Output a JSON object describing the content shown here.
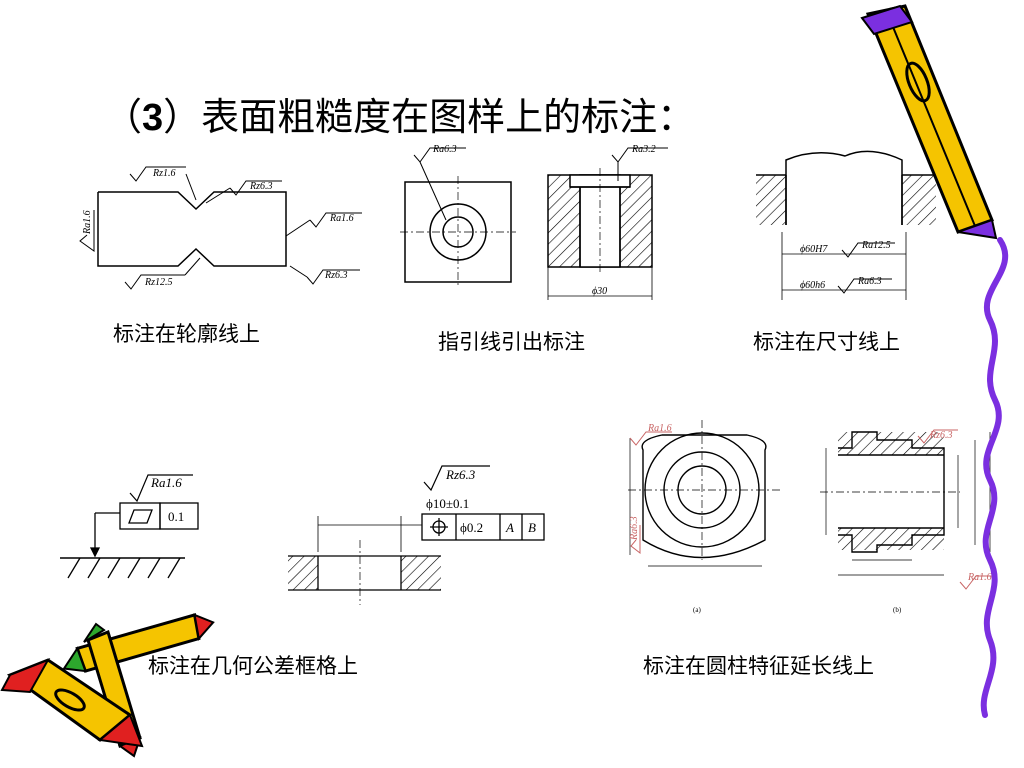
{
  "slide": {
    "title_prefix": "（",
    "title_number": "3",
    "title_text": "）表面粗糙度在图样上的标注："
  },
  "captions": {
    "contour": "标注在轮廓线上",
    "leader": "指引线引出标注",
    "dimension": "标注在尺寸线上",
    "tolerance_frame": "标注在几何公差框格上",
    "cylinder": "标注在圆柱特征延长线上"
  },
  "fig_contour": {
    "sym_top_left": "Rz1.6",
    "sym_top_right": "Rz6.3",
    "sym_right": "Ra1.6",
    "sym_left": "Ra1.6",
    "sym_bottom_left": "Rz12.5",
    "sym_bottom_right": "Rz6.3"
  },
  "fig_leader": {
    "sym_square": "Ra6.3",
    "sym_section": "Ra3.2",
    "dim_width": "ϕ30"
  },
  "fig_dimension": {
    "dim_upper": "ϕ60H7",
    "sym_upper": "Ra12.5",
    "dim_lower": "ϕ60h6",
    "sym_lower": "Ra6.3"
  },
  "fig_tol_frame": {
    "sym": "Ra1.6",
    "value": "0.1"
  },
  "fig_tol_frame2": {
    "sym": "Rz6.3",
    "dim": "ϕ10±0.1",
    "tol": "ϕ0.2",
    "datum_a": "A",
    "datum_b": "B"
  },
  "fig_cylinder": {
    "sym_a_top": "Ra1.6",
    "sym_a_left": "Ra6.3",
    "sym_b_top": "Rz6.3",
    "sym_b_bottom": "Ra1.6",
    "label_a": "(a)",
    "label_b": "(b)"
  },
  "colors": {
    "pencil_yellow": "#F5C400",
    "pencil_red": "#E02020",
    "pencil_green": "#2DA82D",
    "wavy_line": "#7B2FE0",
    "annotation_pink": "#C86464"
  }
}
